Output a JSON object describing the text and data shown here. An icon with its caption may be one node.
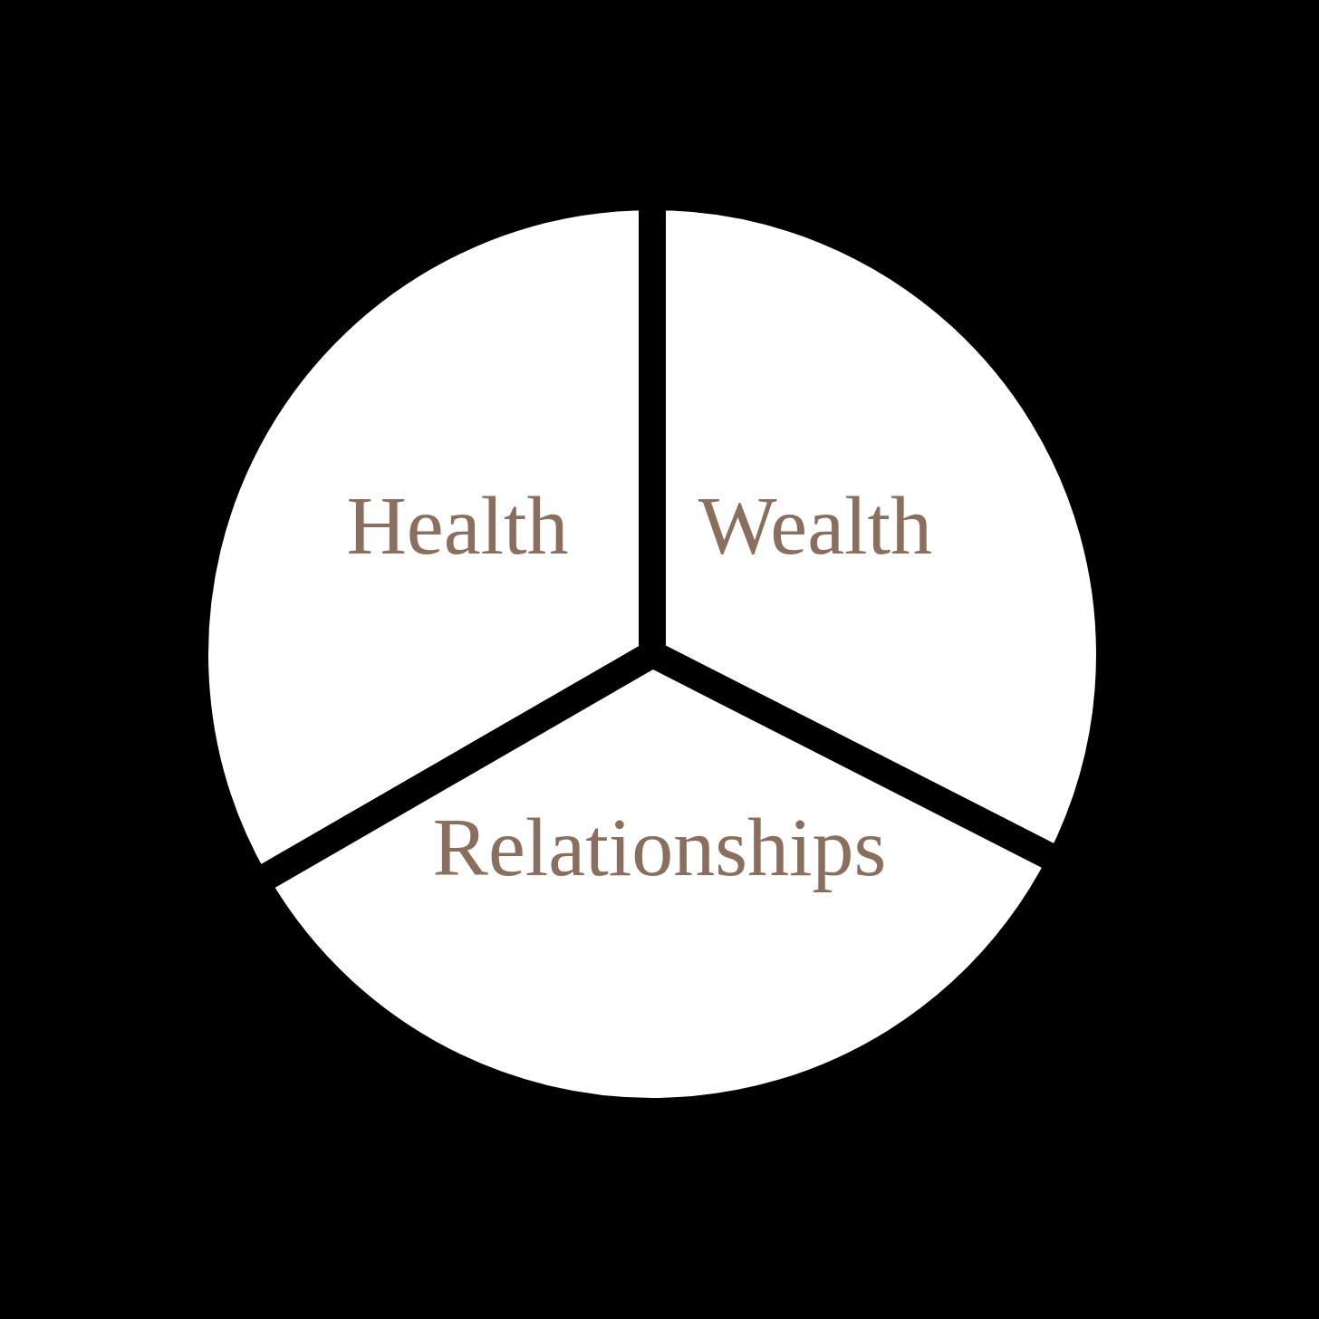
{
  "diagram": {
    "nodes": [
      {
        "text": [
          "Health"
        ]
      },
      {
        "text": [
          "Wealth"
        ]
      },
      {
        "text": [
          "Relationships"
        ]
      }
    ]
  }
}
